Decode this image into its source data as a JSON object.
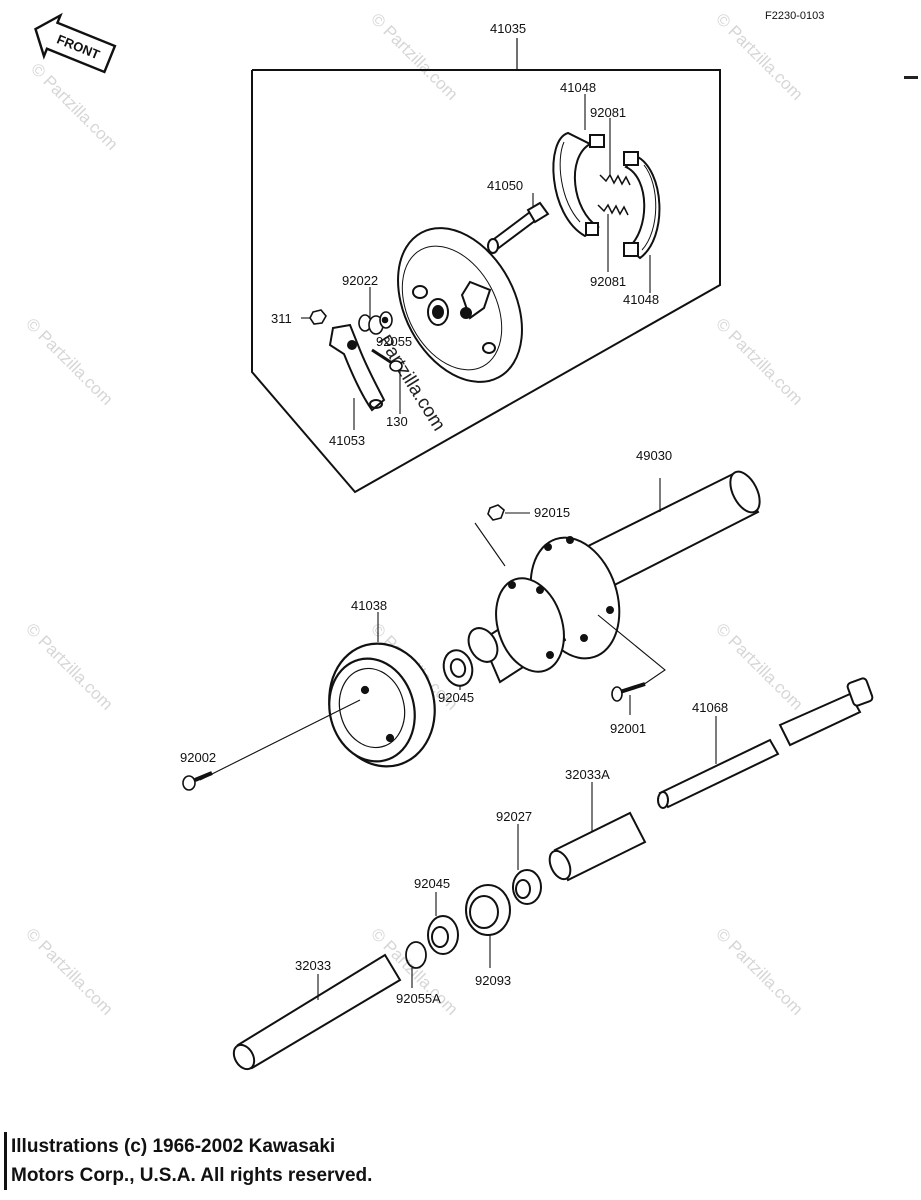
{
  "diagram": {
    "ref_code": "F2230-0103",
    "front_label": "FRONT",
    "watermark": "© Partzilla.com",
    "watermark_bold": "Partzilla.com",
    "parts": {
      "p41035": "41035",
      "p41048a": "41048",
      "p92081a": "92081",
      "p41050": "41050",
      "p92022": "92022",
      "p311": "311",
      "p92055": "92055",
      "p92081b": "92081",
      "p41048b": "41048",
      "p41053": "41053",
      "p130": "130",
      "p49030": "49030",
      "p92015": "92015",
      "p41038": "41038",
      "p92045a": "92045",
      "p92001": "92001",
      "p41068": "41068",
      "p92002": "92002",
      "p32033A": "32033A",
      "p92027": "92027",
      "p92045b": "92045",
      "p32033": "32033",
      "p92093": "92093",
      "p92055A": "92055A"
    }
  },
  "footer": {
    "line1": "Illustrations (c) 1966-2002 Kawasaki",
    "line2": "Motors Corp., U.S.A.  All rights reserved."
  }
}
